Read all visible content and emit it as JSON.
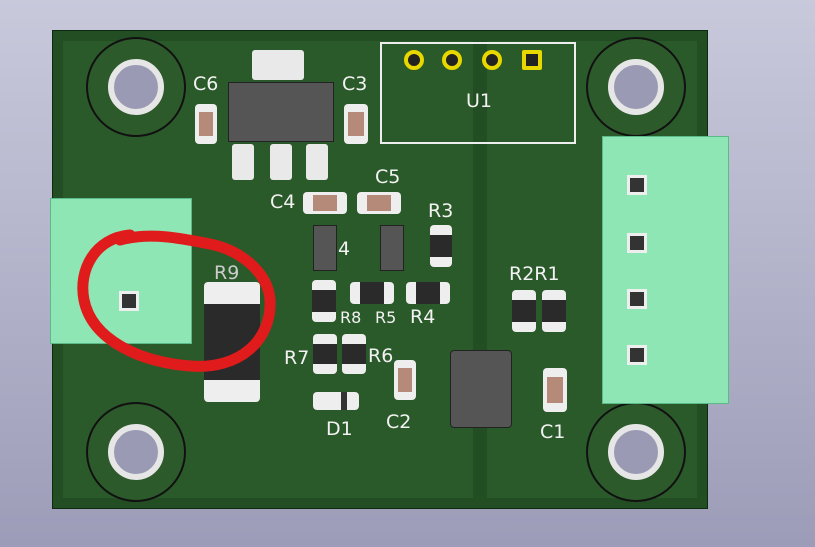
{
  "board": {
    "color": "#234d22",
    "silk": "#f2f2f2",
    "connector_color": "#8ee6b4"
  },
  "annotation": {
    "color": "#e01b1b",
    "shape": "hand-drawn circle around R9 and left connector"
  },
  "labels": {
    "c6": "C6",
    "c3": "C3",
    "u1": "U1",
    "c4": "C4",
    "c5": "C5",
    "r3": "R3",
    "u_partial": "4",
    "r9": "R9",
    "r8": "R8",
    "r5": "R5",
    "r4": "R4",
    "r2r1": "R2R1",
    "r7": "R7",
    "r6": "R6",
    "d1": "D1",
    "c2": "C2",
    "c1": "C1"
  }
}
